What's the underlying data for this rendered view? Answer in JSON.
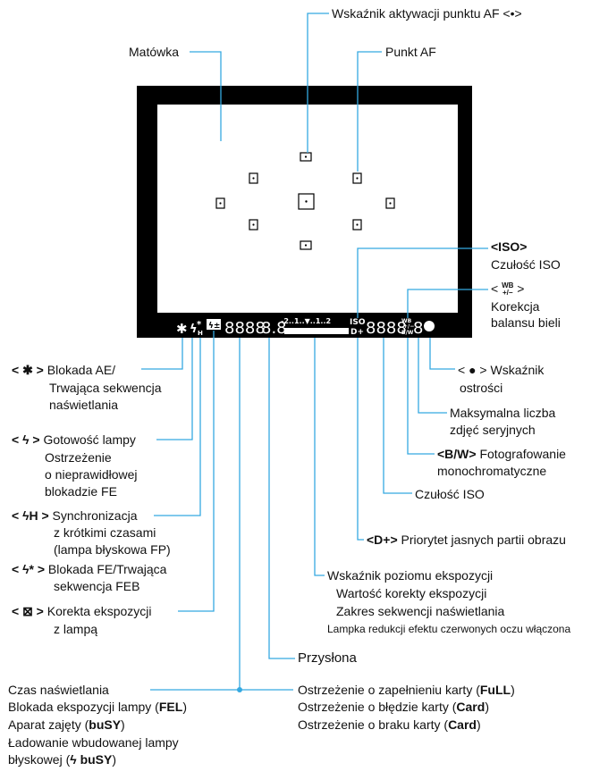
{
  "labels": {
    "af_activation": "Wskaźnik aktywacji punktu AF <•>",
    "matowka": "Matówka",
    "af_point": "Punkt AF",
    "iso_symbol": "<ISO>",
    "iso_speed_top": "Czułość ISO",
    "wb_symbol_line": "< >",
    "wb_correction_1": "Korekcja",
    "wb_correction_2": "balansu bieli",
    "ae_lock_1": "Blokada AE/",
    "ae_lock_2": "Trwająca sekwencja",
    "ae_lock_3": "naświetlania",
    "focus_confirm_1": "Wskaźnik",
    "focus_confirm_2": "ostrości",
    "flash_ready_1": "Gotowość lampy",
    "flash_ready_2": "Ostrzeżenie",
    "flash_ready_3": "o nieprawidłowej",
    "flash_ready_4": "blokadzie FE",
    "max_burst_1": "Maksymalna liczba",
    "max_burst_2": "zdjęć seryjnych",
    "monochrome_1": "Fotografowanie",
    "monochrome_2": "monochromatyczne",
    "iso_speed_bottom": "Czułość ISO",
    "hss_1": "Synchronizacja",
    "hss_2": "z krótkimi czasami",
    "hss_3": "(lampa błyskowa FP)",
    "fe_lock_1": "Blokada FE/Trwająca",
    "fe_lock_2": "sekwencja FEB",
    "highlight_priority": "Priorytet jasnych partii obrazu",
    "exposure_level_1": "Wskaźnik poziomu ekspozycji",
    "exposure_level_2": "Wartość korekty ekspozycji",
    "exposure_level_3": "Zakres sekwencji naświetlania",
    "exposure_level_4": "Lampka redukcji efektu czerwonych oczu włączona",
    "flash_comp_1": "Korekta ekspozycji",
    "flash_comp_2": "z lampą",
    "aperture": "Przysłona",
    "shutter_1": "Czas naświetlania",
    "shutter_2_pre": "Blokada ekspozycji lampy (",
    "shutter_2_bold": "FEL",
    "shutter_2_post": ")",
    "shutter_3_pre": "Aparat zajęty (",
    "shutter_3_bold": "buSY",
    "shutter_3_post": ")",
    "shutter_4": "Ładowanie wbudowanej lampy",
    "shutter_5_pre": "błyskowej (",
    "shutter_5_bold": "buSY",
    "shutter_5_post": ")",
    "card_full_pre": "Ostrzeżenie o zapełnieniu karty (",
    "card_full_bold": "FuLL",
    "card_full_post": ")",
    "card_error_pre": "Ostrzeżenie o błędzie karty (",
    "card_error_bold": "Card",
    "card_error_post": ")",
    "no_card_pre": "Ostrzeżenie o braku karty (",
    "no_card_bold": "Card",
    "no_card_post": ")"
  },
  "symbols": {
    "ae_lock": "< ✱ >",
    "flash": "< ϟ >",
    "hss": "< ϟH >",
    "fe_lock": "< ϟ* >",
    "flash_comp": "< ⊠ >",
    "focus_dot": "< ● >",
    "bw": "<B/W>",
    "d_plus": "<D+>",
    "wb_glyph": "WB +/−"
  },
  "lcd": {
    "shutter_digits": "8888",
    "aperture_digits": "8.8",
    "scale_text": "-2..1..▼..1..2",
    "iso_tag": "ISO",
    "dplus_tag": "D+",
    "count_digits": "8888",
    "wb_tag": "WB",
    "bw_tag": "B/W"
  },
  "colors": {
    "leader": "#35a9e1",
    "frame": "#000000"
  }
}
